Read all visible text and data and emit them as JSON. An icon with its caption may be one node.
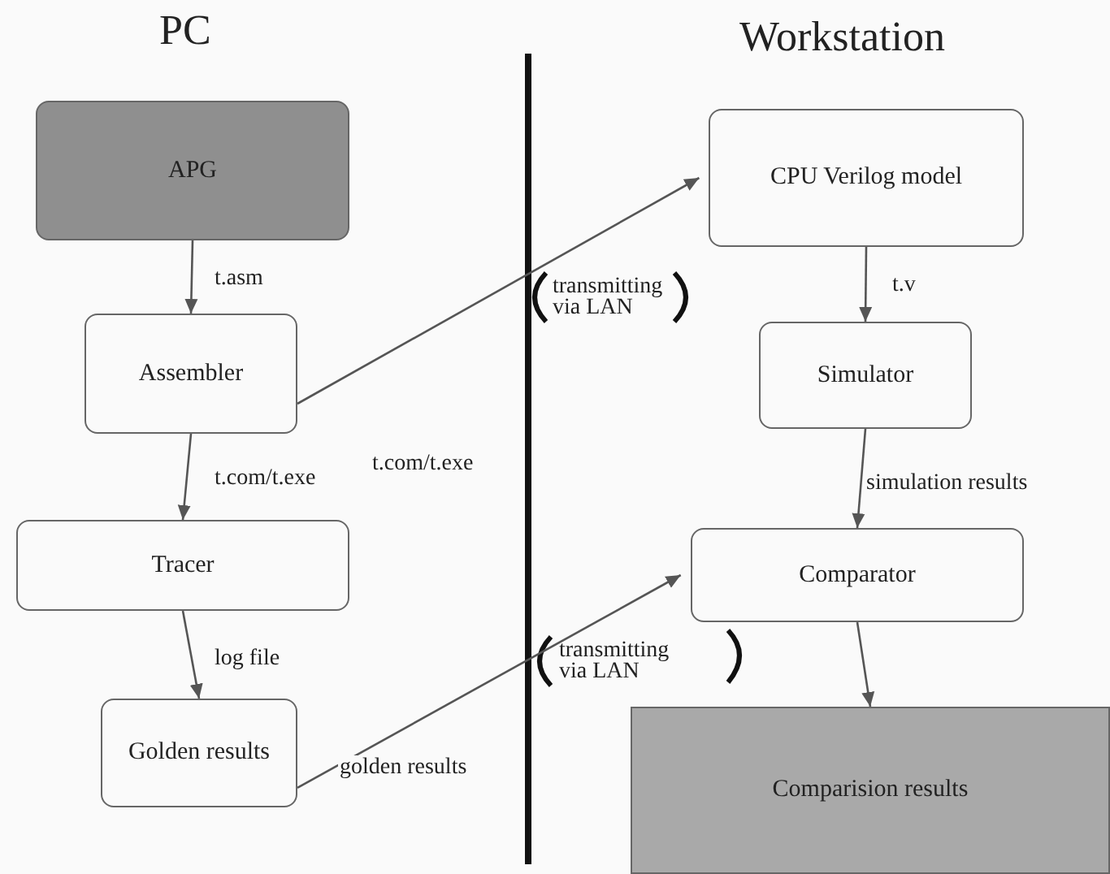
{
  "diagram": {
    "nodes": [
      {
        "text": [
          "APG"
        ]
      },
      {
        "text": [
          "Assembler"
        ]
      },
      {
        "text": [
          "Tracer"
        ]
      },
      {
        "text": [
          "Golden results"
        ]
      },
      {
        "text": [
          "CPU Verilog model"
        ]
      },
      {
        "text": [
          "Simulator"
        ]
      },
      {
        "text": [
          "Comparator"
        ]
      },
      {
        "text": [
          "Comparision results"
        ]
      }
    ],
    "edges": [
      {
        "from": 0,
        "to": 1,
        "arrow": "to",
        "label": "t.asm"
      },
      {
        "from": 1,
        "to": 2,
        "arrow": "to",
        "label": "t.com/t.exe"
      },
      {
        "from": 2,
        "to": 3,
        "arrow": "to",
        "label": "log file"
      },
      {
        "from": 1,
        "to": 4,
        "arrow": "to",
        "label": "t.com/t.exe"
      },
      {
        "from": 4,
        "to": 5,
        "arrow": "to",
        "label": "t.v"
      },
      {
        "from": 5,
        "to": 6,
        "arrow": "to",
        "label": "simulation results"
      },
      {
        "from": 3,
        "to": 6,
        "arrow": "to",
        "label": "golden results"
      },
      {
        "from": 6,
        "to": 7,
        "arrow": "to"
      }
    ],
    "labels": [
      "PC",
      "Workstation",
      "transmitting via LAN",
      "transmitting via LAN"
    ]
  }
}
